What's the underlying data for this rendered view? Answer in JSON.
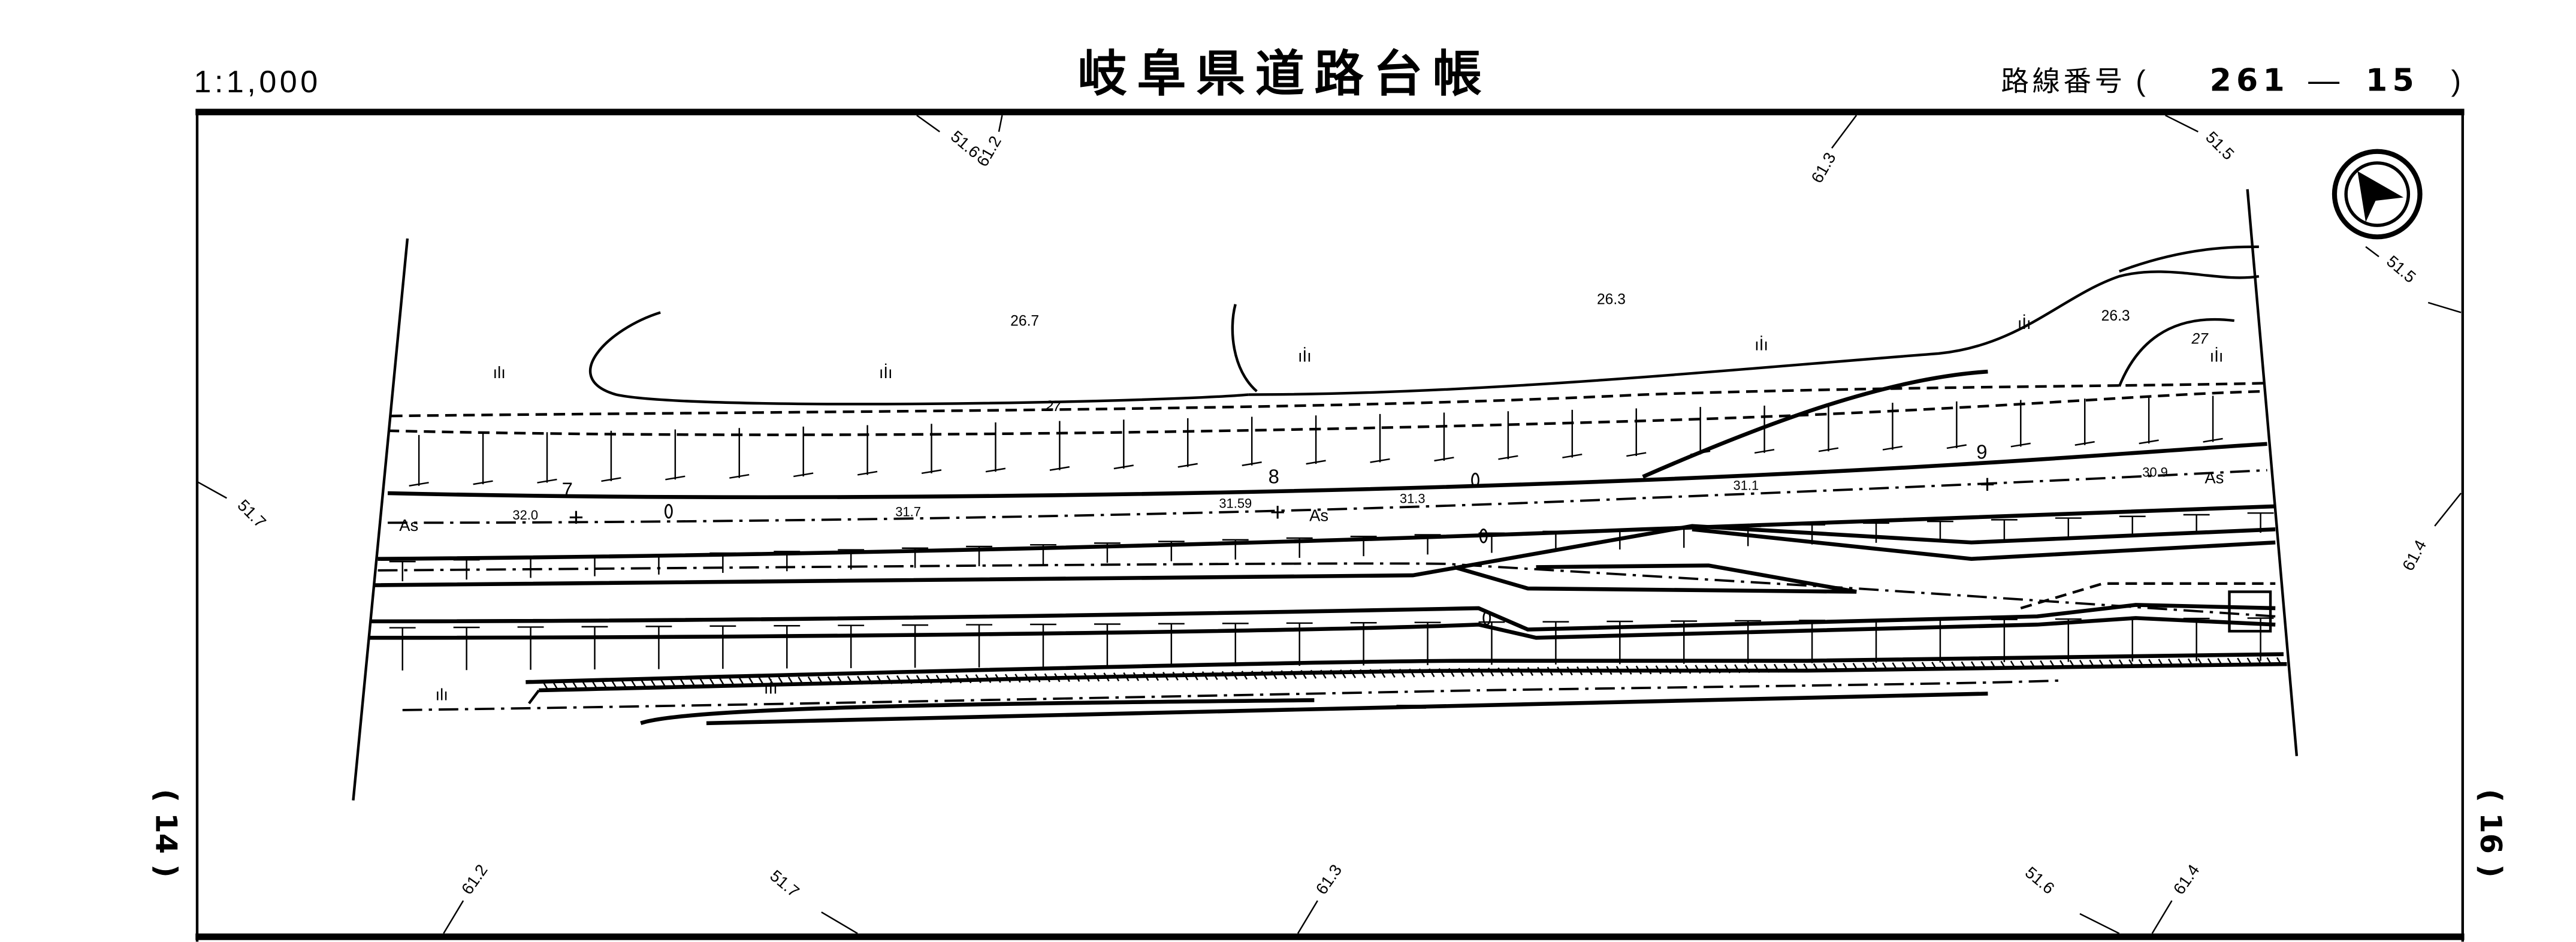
{
  "header": {
    "scale": "1:1,000",
    "title": "岐阜県道路台帳",
    "route_label": "路線番号",
    "route_open": "(",
    "route_number": "261",
    "route_sep": "—",
    "route_section": "15",
    "route_close": ")"
  },
  "side_pages": {
    "left": "( 14 )",
    "right": "( 16 )"
  },
  "grid_labels": {
    "top": [
      "51.6",
      "61.2",
      "61.3",
      "51.5"
    ],
    "right": [
      "51.5",
      "61.4"
    ],
    "left": [
      "51.7"
    ],
    "bottom": [
      "61.2",
      "51.7",
      "61.3",
      "51.6",
      "61.4"
    ]
  },
  "spot_heights": [
    "26.7",
    "26.3",
    "26.3",
    "27",
    "27"
  ],
  "stations": [
    "7",
    "8",
    "9"
  ],
  "road_elevations": [
    "32.0",
    "31.7",
    "31.59",
    "31.3",
    "31.1",
    "30.9"
  ],
  "surface": [
    "As",
    "As",
    "As"
  ],
  "north_arrow": "north-arrow-icon"
}
